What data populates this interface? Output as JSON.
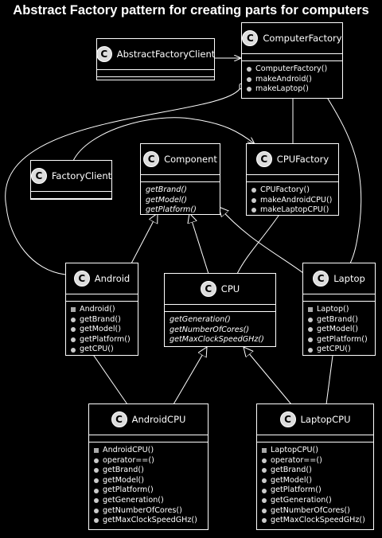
{
  "title": "Abstract Factory pattern for creating parts for computers",
  "classes": {
    "abstract_factory_client": {
      "name": "AbstractFactoryClient",
      "stereotype_letter": "C",
      "methods": []
    },
    "computer_factory": {
      "name": "ComputerFactory",
      "stereotype_letter": "C",
      "methods": [
        "ComputerFactory()",
        "makeAndroid()",
        "makeLaptop()"
      ]
    },
    "factory_client": {
      "name": "FactoryClient",
      "stereotype_letter": "C",
      "methods": []
    },
    "component": {
      "name": "Component",
      "stereotype_letter": "C",
      "abstract_methods": [
        "getBrand()",
        "getModel()",
        "getPlatform()"
      ]
    },
    "cpu_factory": {
      "name": "CPUFactory",
      "stereotype_letter": "C",
      "methods": [
        "CPUFactory()",
        "makeAndroidCPU()",
        "makeLaptopCPU()"
      ]
    },
    "android": {
      "name": "Android",
      "stereotype_letter": "C",
      "methods": [
        "Android()",
        "getBrand()",
        "getModel()",
        "getPlatform()",
        "getCPU()"
      ]
    },
    "cpu": {
      "name": "CPU",
      "stereotype_letter": "C",
      "abstract_methods": [
        "getGeneration()",
        "getNumberOfCores()",
        "getMaxClockSpeedGHz()"
      ]
    },
    "laptop": {
      "name": "Laptop",
      "stereotype_letter": "C",
      "methods": [
        "Laptop()",
        "getBrand()",
        "getModel()",
        "getPlatform()",
        "getCPU()"
      ]
    },
    "android_cpu": {
      "name": "AndroidCPU",
      "stereotype_letter": "C",
      "methods": [
        "AndroidCPU()",
        "operator==()",
        "getBrand()",
        "getModel()",
        "getPlatform()",
        "getGeneration()",
        "getNumberOfCores()",
        "getMaxClockSpeedGHz()"
      ]
    },
    "laptop_cpu": {
      "name": "LaptopCPU",
      "stereotype_letter": "C",
      "methods": [
        "LaptopCPU()",
        "operator==()",
        "getBrand()",
        "getModel()",
        "getPlatform()",
        "getGeneration()",
        "getNumberOfCores()",
        "getMaxClockSpeedGHz()"
      ]
    }
  },
  "relations": [
    {
      "from": "AbstractFactoryClient",
      "to": "ComputerFactory",
      "kind": "dependency"
    },
    {
      "from": "ComputerFactory",
      "to": "CPUFactory",
      "kind": "aggregation"
    },
    {
      "from": "ComputerFactory",
      "to": "Android",
      "kind": "aggregation"
    },
    {
      "from": "ComputerFactory",
      "to": "Laptop",
      "kind": "aggregation"
    },
    {
      "from": "FactoryClient",
      "to": "CPUFactory",
      "kind": "dependency"
    },
    {
      "from": "CPUFactory",
      "to": "CPU",
      "kind": "aggregation"
    },
    {
      "from": "Android",
      "to": "Component",
      "kind": "inheritance"
    },
    {
      "from": "CPU",
      "to": "Component",
      "kind": "inheritance"
    },
    {
      "from": "Laptop",
      "to": "Component",
      "kind": "inheritance"
    },
    {
      "from": "AndroidCPU",
      "to": "CPU",
      "kind": "inheritance"
    },
    {
      "from": "LaptopCPU",
      "to": "CPU",
      "kind": "inheritance"
    },
    {
      "from": "Android",
      "to": "AndroidCPU",
      "kind": "aggregation"
    },
    {
      "from": "Laptop",
      "to": "LaptopCPU",
      "kind": "aggregation"
    }
  ],
  "colors": {
    "background": "#000000",
    "line": "#ffffff",
    "class_circle": "#dddddd"
  }
}
